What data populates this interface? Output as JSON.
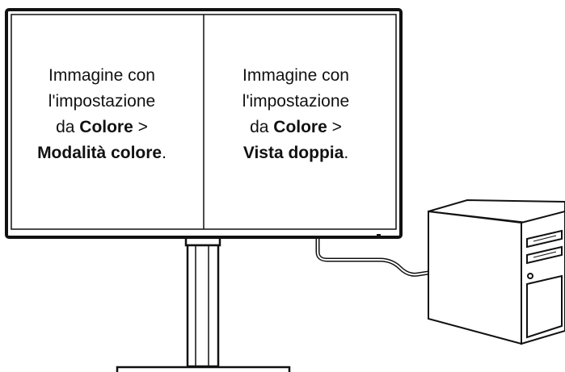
{
  "left_pane": {
    "line1": "Immagine con",
    "line2": "l'impostazione",
    "prefix": "da ",
    "menu": "Colore",
    "separator": " >",
    "option": "Modalità colore",
    "suffix": "."
  },
  "right_pane": {
    "line1": "Immagine con",
    "line2": "l'impostazione",
    "prefix": "da ",
    "menu": "Colore",
    "separator": " >",
    "option": "Vista doppia",
    "suffix": "."
  },
  "icons": [
    "monitor-icon",
    "monitor-stand-icon",
    "video-cable-icon",
    "desktop-pc-tower-icon"
  ]
}
